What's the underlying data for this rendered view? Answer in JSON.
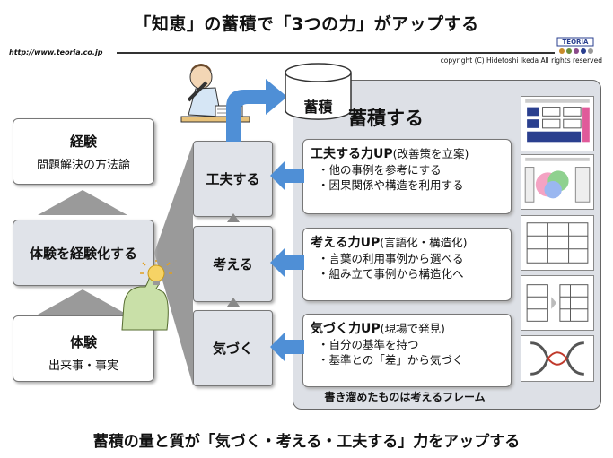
{
  "header": {
    "title": "「知恵」の蓄積で「3つの力」がアップする",
    "url": "http://www.teoria.co.jp",
    "copyright": "copyright (C)  Hidetoshi  Ikeda All rights reserved"
  },
  "left_column": {
    "experience": {
      "head": "経験",
      "sub": "問題解決の方法論"
    },
    "middle": {
      "head": "体験を経験化する"
    },
    "taiken": {
      "head": "体験",
      "sub": "出来事・事実"
    }
  },
  "steps": [
    "工夫する",
    "考える",
    "気づく"
  ],
  "storage": {
    "cylinder_label": "蓄積",
    "panel_title": "蓄積する",
    "panel_caption": "書き溜めたものは考えるフレーム"
  },
  "cards": [
    {
      "title_bold": "工夫する力UP",
      "title_note": "(改善策を立案)",
      "items": [
        "・他の事例を参考にする",
        "・因果関係や構造を利用する"
      ]
    },
    {
      "title_bold": "考える力UP",
      "title_note": "(言語化・構造化)",
      "items": [
        "・言葉の利用事例から選べる",
        "・組み立て事例から構造化へ"
      ]
    },
    {
      "title_bold": "気づく力UP",
      "title_note": "(現場で発見)",
      "items": [
        "・自分の基準を持つ",
        "・基準との「差」から気づく"
      ]
    }
  ],
  "footer": "蓄積の量と質が「気づく・考える・工夫する」力をアップする",
  "colors": {
    "accent_blue": "#4f8fd6",
    "panel_bg": "#dde0e6",
    "box_grey": "#e0e3e9"
  }
}
